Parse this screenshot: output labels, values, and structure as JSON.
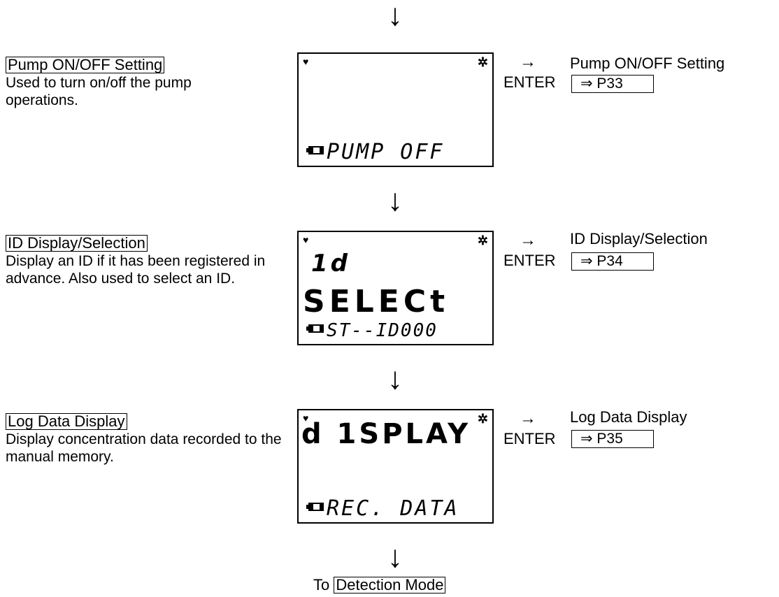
{
  "flow": {
    "top_arrow": "↓",
    "steps": [
      {
        "title": "Pump ON/OFF Setting",
        "description": "Used to turn on/off the pump operations.",
        "lcd": {
          "line1": "",
          "line2": "",
          "bottom": "PUMP  OFF"
        },
        "arrow": "→",
        "enter": "ENTER",
        "ref_title": "Pump ON/OFF Setting",
        "ref_page": "⇒ P33"
      },
      {
        "title": "ID Display/Selection",
        "description": "Display an ID if it has been registered in advance. Also used to select an ID.",
        "lcd": {
          "line1": "1d",
          "line2": "SELECt",
          "bottom": "ST--ID000"
        },
        "arrow": "→",
        "enter": "ENTER",
        "ref_title": "ID Display/Selection",
        "ref_page": "⇒ P34"
      },
      {
        "title": "Log Data Display",
        "description": "Display concentration data recorded to the manual memory.",
        "lcd": {
          "line1": "d 1SPLAY",
          "line2": "",
          "bottom": "REC. DATA"
        },
        "arrow": "→",
        "enter": "ENTER",
        "ref_title": "Log Data Display",
        "ref_page": "⇒ P35"
      }
    ],
    "step_arrow": "↓",
    "final_prefix": "To",
    "final_link": "Detection Mode"
  },
  "lcd_icons": {
    "heart": "heart-icon",
    "fan": "fan-icon",
    "battery": "battery-icon"
  }
}
